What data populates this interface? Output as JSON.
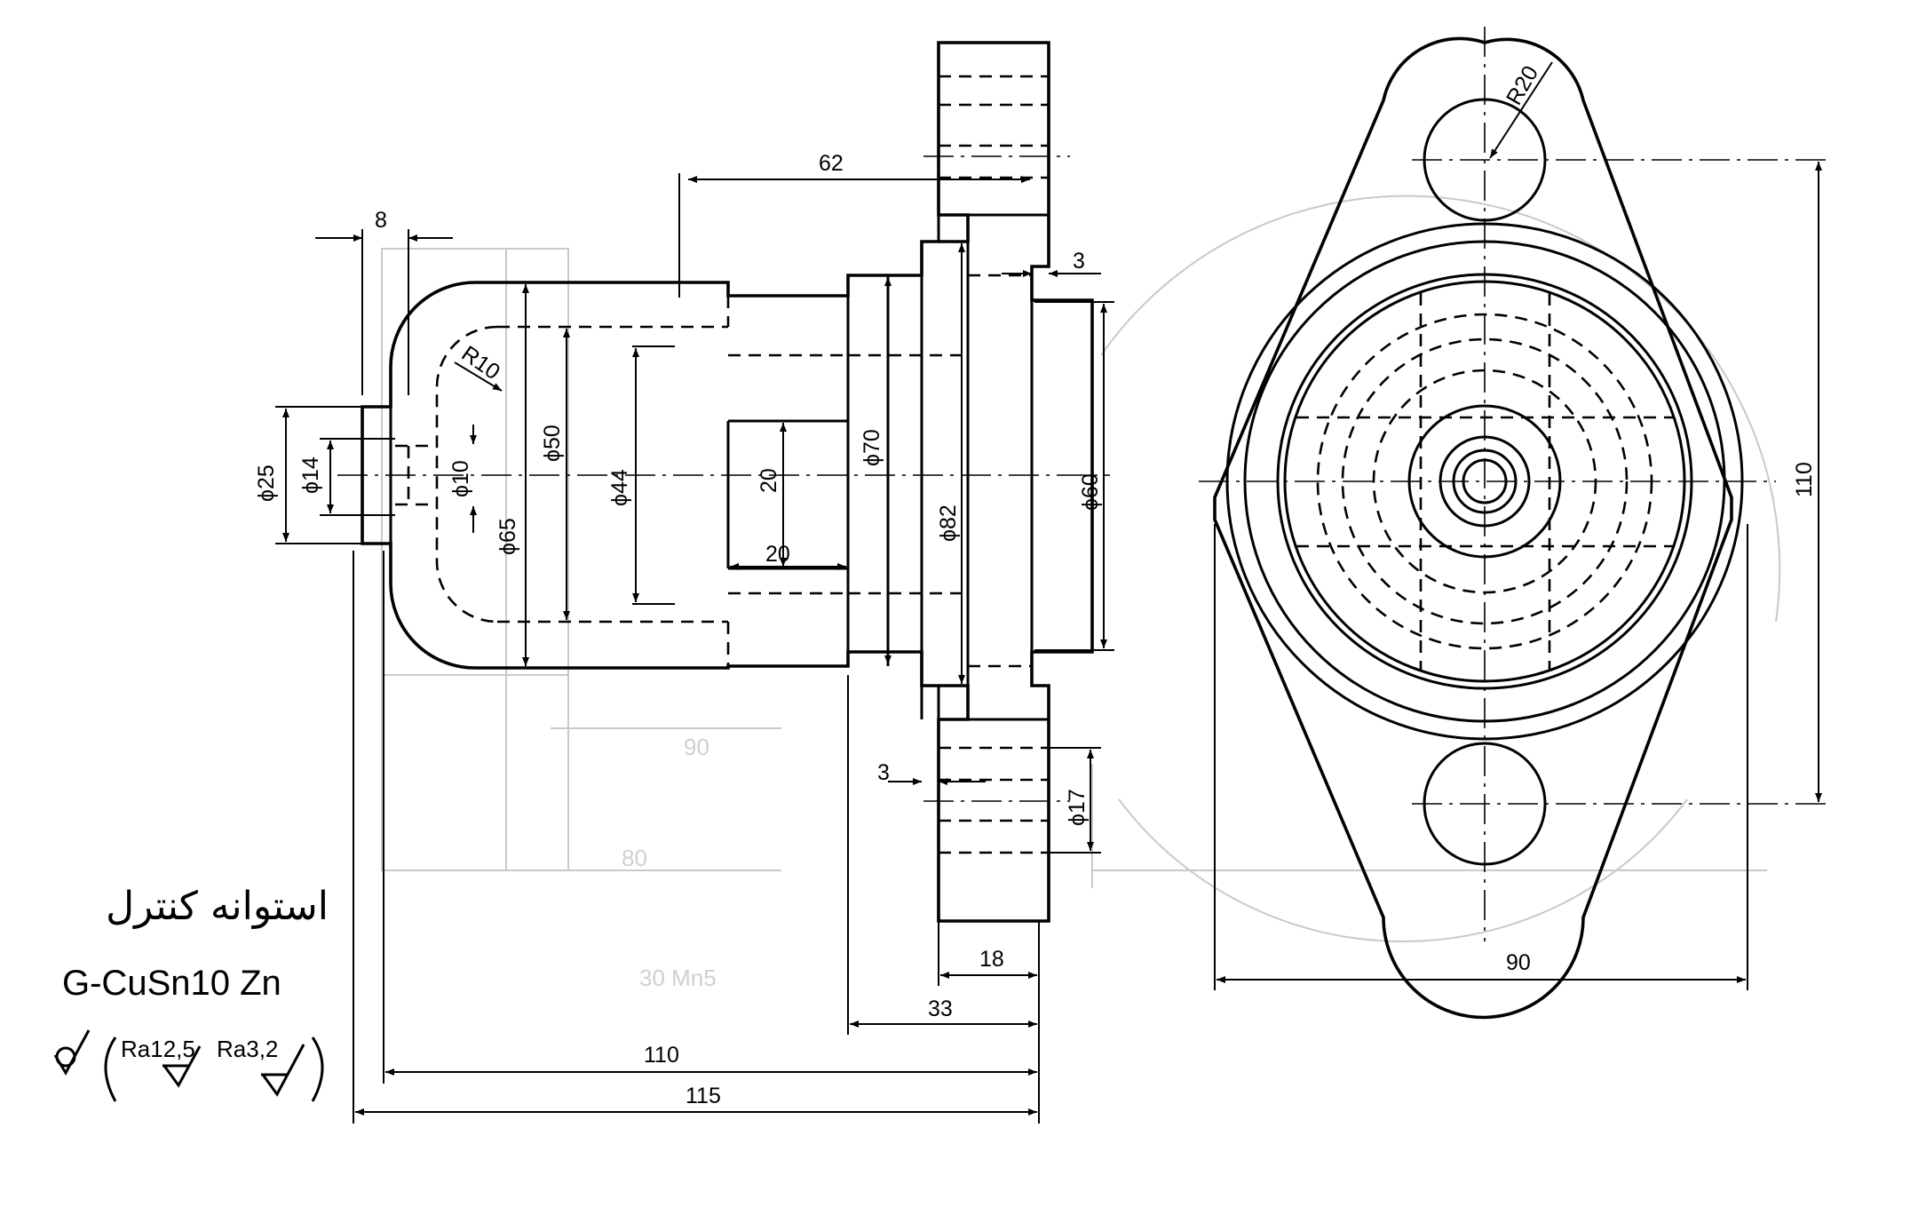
{
  "title": {
    "name": "استوانه کنترل",
    "material": "G-CuSn10 Zn"
  },
  "surface_finish": {
    "symbol": "machined-surface-symbol",
    "values": [
      "Ra12,5",
      "Ra3,2"
    ]
  },
  "dimensions": {
    "front_view": {
      "d8": "8",
      "d62": "62",
      "d3_top": "3",
      "r10": "R10",
      "dia10": "ϕ10",
      "dia14": "ϕ14",
      "dia25": "ϕ25",
      "dia50": "ϕ50",
      "dia65": "ϕ65",
      "dia44": "ϕ44",
      "d20_v": "20",
      "d20_h": "20",
      "dia70": "ϕ70",
      "dia82": "ϕ82",
      "dia60": "ϕ60",
      "d3_bottom": "3",
      "dia17": "ϕ17",
      "d18": "18",
      "d33": "33",
      "d110": "110",
      "d115": "115"
    },
    "side_view": {
      "r20": "R20",
      "d110": "110",
      "d90": "90"
    }
  },
  "colors": {
    "line": "#000000",
    "background": "#ffffff",
    "show_through": "#c9c9c9"
  }
}
